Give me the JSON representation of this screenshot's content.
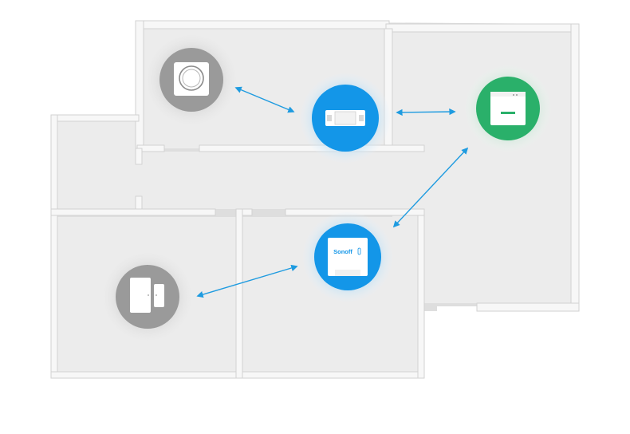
{
  "diagram": {
    "colors": {
      "background": "#ffffff",
      "floor": "#ebebeb",
      "wall_top": "#f3f3f3",
      "wall_side": "#dcdcdc",
      "connector": "#1e9be0",
      "device_blue": "#1396e8",
      "device_green": "#2ab06a",
      "device_gray": "#9a9a9a",
      "halo": "#d8d8d8"
    },
    "devices": [
      {
        "name": "smart-button-device",
        "color": "gray",
        "icon": "round-button-icon"
      },
      {
        "name": "zigbee-bridge-device",
        "color": "blue",
        "icon": "bridge-module-icon"
      },
      {
        "name": "zigbee-hub-device",
        "color": "green",
        "icon": "hub-icon"
      },
      {
        "name": "temperature-sensor-device",
        "color": "blue",
        "icon": "sonoff-sensor-icon",
        "brand_text": "Sonoff"
      },
      {
        "name": "door-window-sensor-device",
        "color": "gray",
        "icon": "door-sensor-icon"
      }
    ],
    "connections": [
      {
        "from": "smart-button-device",
        "to": "zigbee-bridge-device"
      },
      {
        "from": "zigbee-bridge-device",
        "to": "zigbee-hub-device"
      },
      {
        "from": "zigbee-hub-device",
        "to": "temperature-sensor-device"
      },
      {
        "from": "temperature-sensor-device",
        "to": "door-window-sensor-device"
      }
    ]
  }
}
